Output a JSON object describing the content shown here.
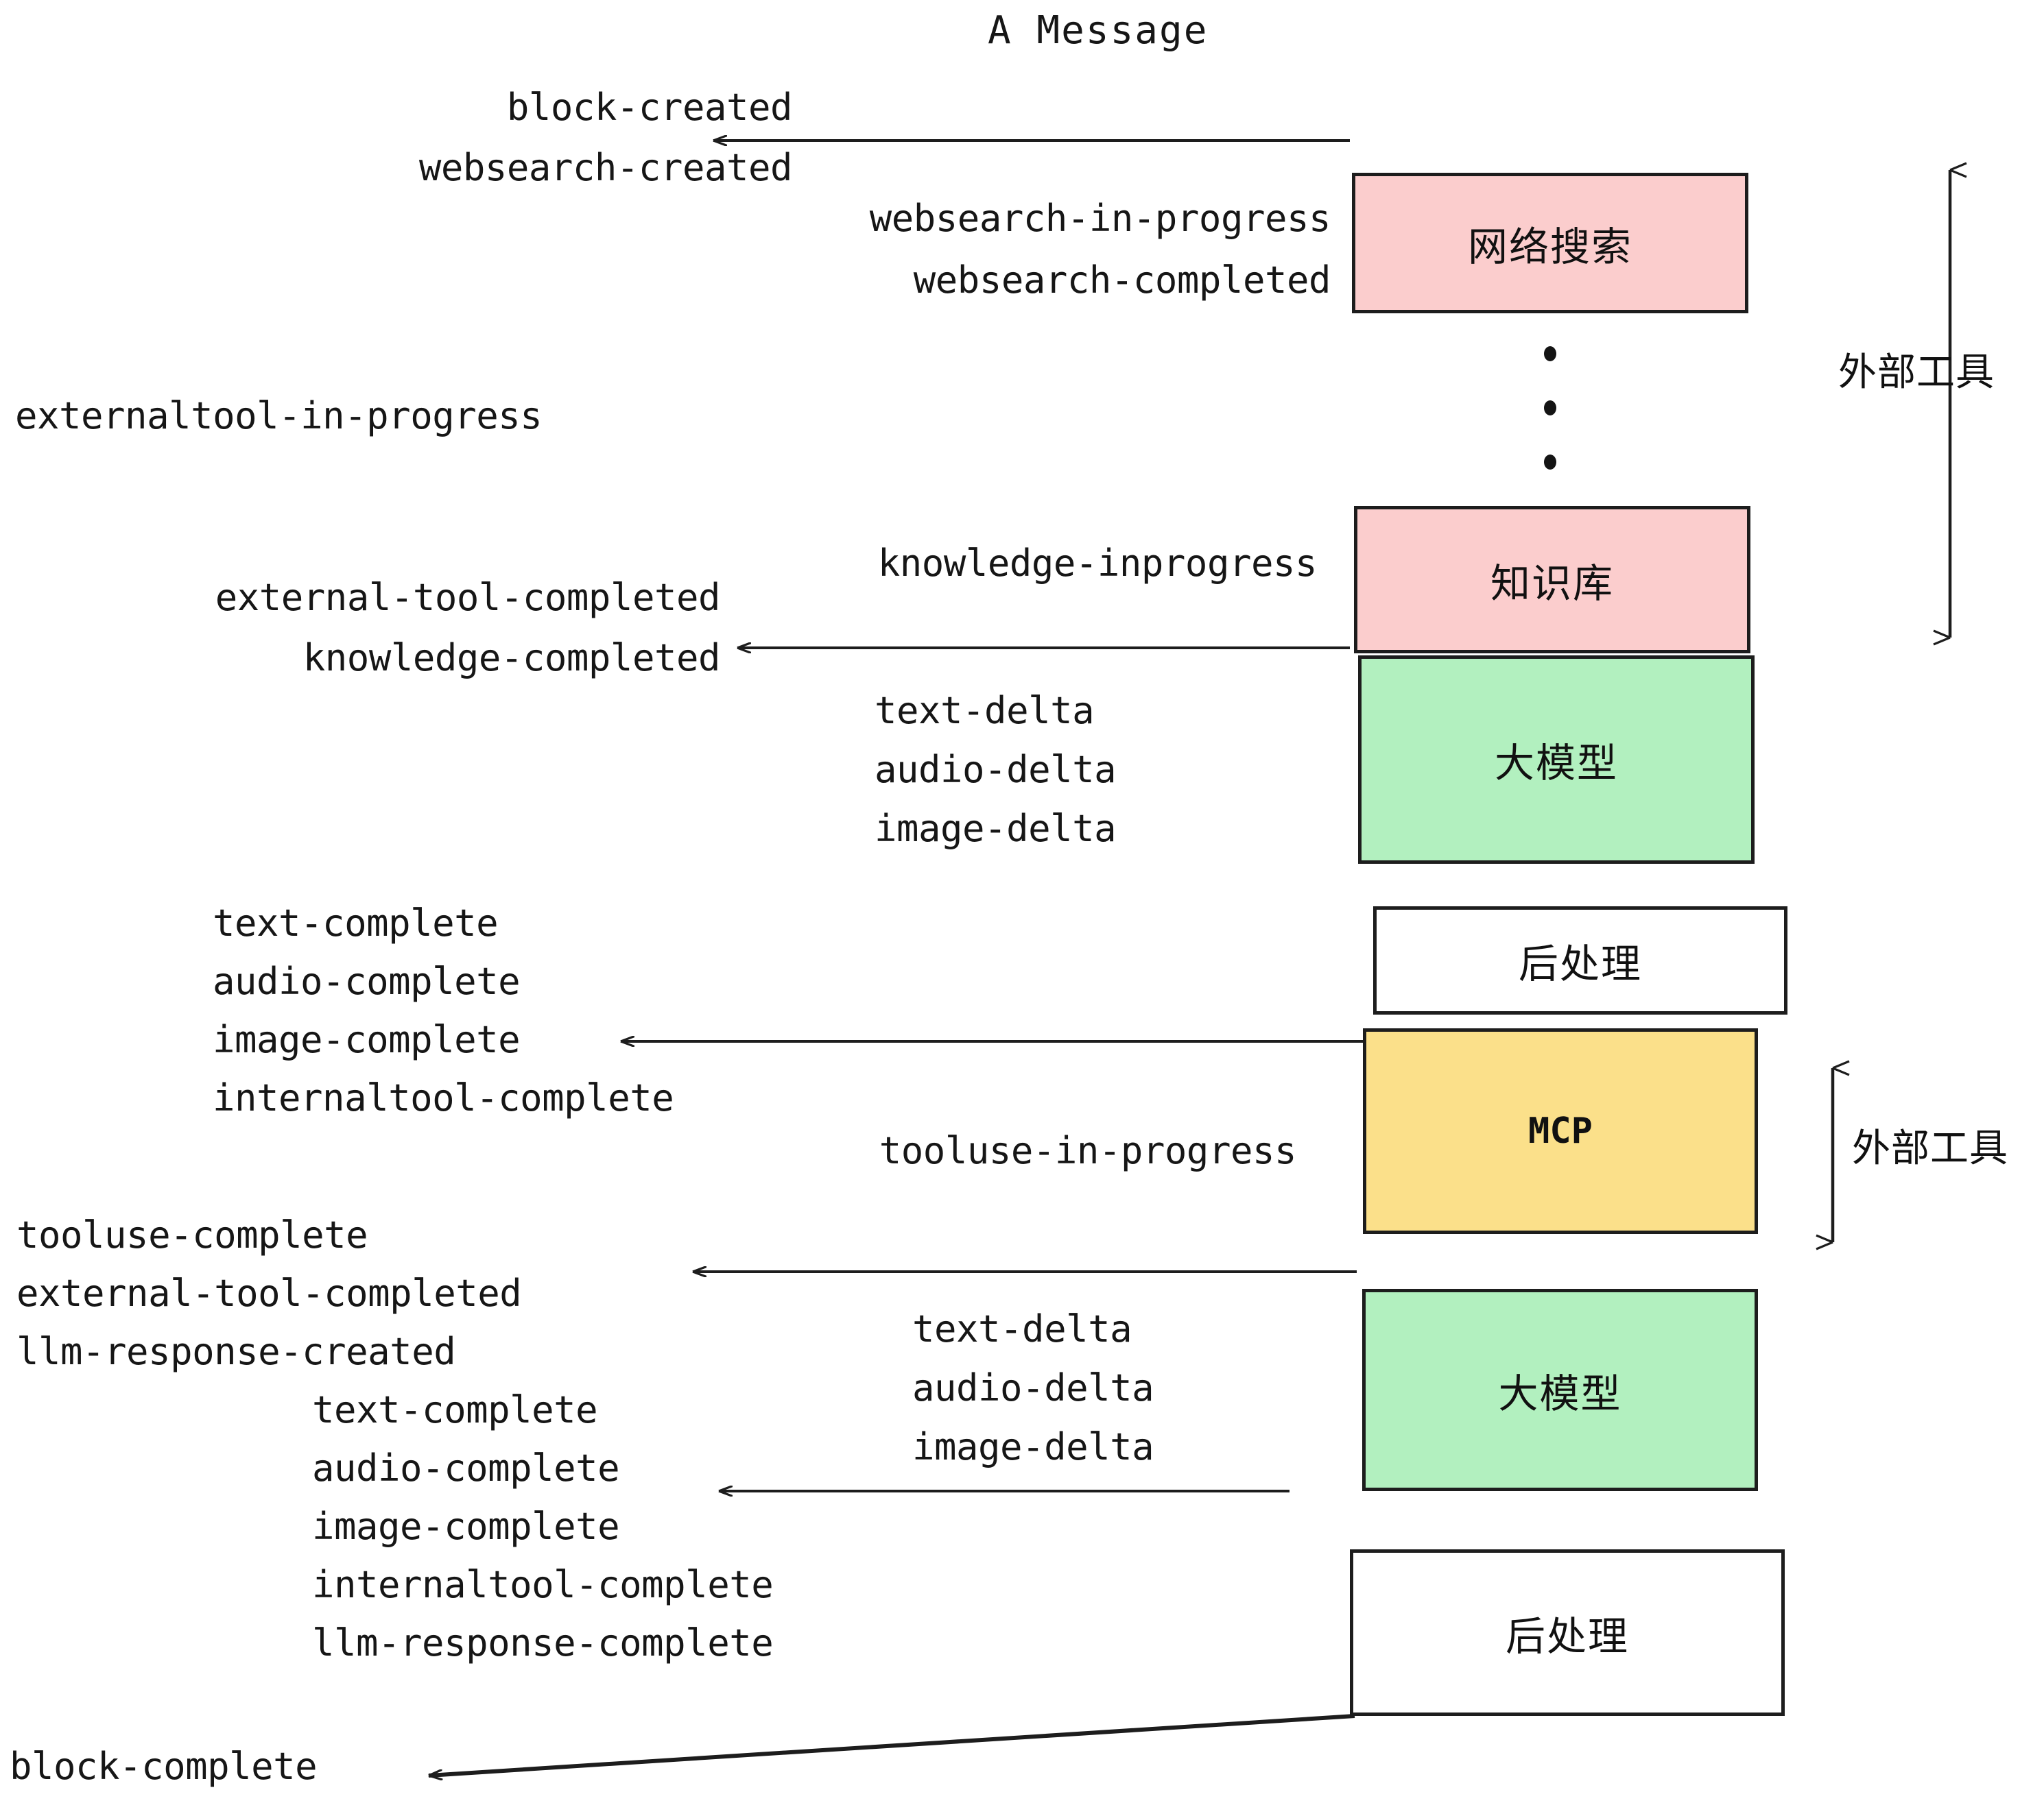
{
  "diagram": {
    "title": "A Message",
    "nodes": [
      {
        "id": "websearch",
        "label": "网络搜索",
        "color": "#fbcdcd",
        "kind": "pink"
      },
      {
        "id": "knowledge",
        "label": "知识库",
        "color": "#fbcdcd",
        "kind": "pink"
      },
      {
        "id": "llm-1",
        "label": "大模型",
        "color": "#b2f0bf",
        "kind": "green"
      },
      {
        "id": "postproc-1",
        "label": "后处理",
        "color": "#ffffff",
        "kind": "white"
      },
      {
        "id": "mcp",
        "label": "MCP",
        "color": "#fbe08a",
        "kind": "yellow"
      },
      {
        "id": "llm-2",
        "label": "大模型",
        "color": "#b2f0bf",
        "kind": "green"
      },
      {
        "id": "postproc-2",
        "label": "后处理",
        "color": "#ffffff",
        "kind": "white"
      }
    ],
    "side_labels": [
      {
        "id": "external-tools-top",
        "text": "外部工具"
      },
      {
        "id": "external-tools-bottom",
        "text": "外部工具"
      }
    ],
    "event_groups": [
      {
        "id": "block-created-group",
        "lines": [
          "block-created",
          "websearch-created"
        ]
      },
      {
        "id": "websearch-progress-group",
        "lines": [
          "websearch-in-progress",
          "websearch-completed"
        ]
      },
      {
        "id": "externaltool-in-progress-group",
        "lines": [
          "externaltool-in-progress"
        ]
      },
      {
        "id": "knowledge-inprogress-group",
        "lines": [
          "knowledge-inprogress"
        ]
      },
      {
        "id": "external-tool-completed-group",
        "lines": [
          "external-tool-completed",
          "knowledge-completed"
        ]
      },
      {
        "id": "llm-delta-group-1",
        "lines": [
          "text-delta",
          "audio-delta",
          "image-delta"
        ]
      },
      {
        "id": "postproc-complete-group-1",
        "lines": [
          "text-complete",
          "audio-complete",
          "image-complete",
          "internaltool-complete"
        ]
      },
      {
        "id": "tooluse-in-progress-group",
        "lines": [
          "tooluse-in-progress"
        ]
      },
      {
        "id": "tooluse-complete-group",
        "lines": [
          "tooluse-complete",
          "external-tool-completed",
          "llm-response-created"
        ]
      },
      {
        "id": "llm-delta-group-2",
        "lines": [
          "text-delta",
          "audio-delta",
          "image-delta"
        ]
      },
      {
        "id": "postproc-complete-group-2",
        "lines": [
          "text-complete",
          "audio-complete",
          "image-complete",
          "internaltool-complete",
          "llm-response-complete"
        ]
      },
      {
        "id": "block-complete-group",
        "lines": [
          "block-complete"
        ]
      }
    ],
    "ellipsis_dots": 3,
    "colors": {
      "stroke": "#1d1d1d",
      "text": "#161616",
      "pink": "#fbcdcd",
      "green": "#b2f0bf",
      "yellow": "#fbe08a",
      "white": "#ffffff",
      "background": "#ffffff"
    }
  }
}
